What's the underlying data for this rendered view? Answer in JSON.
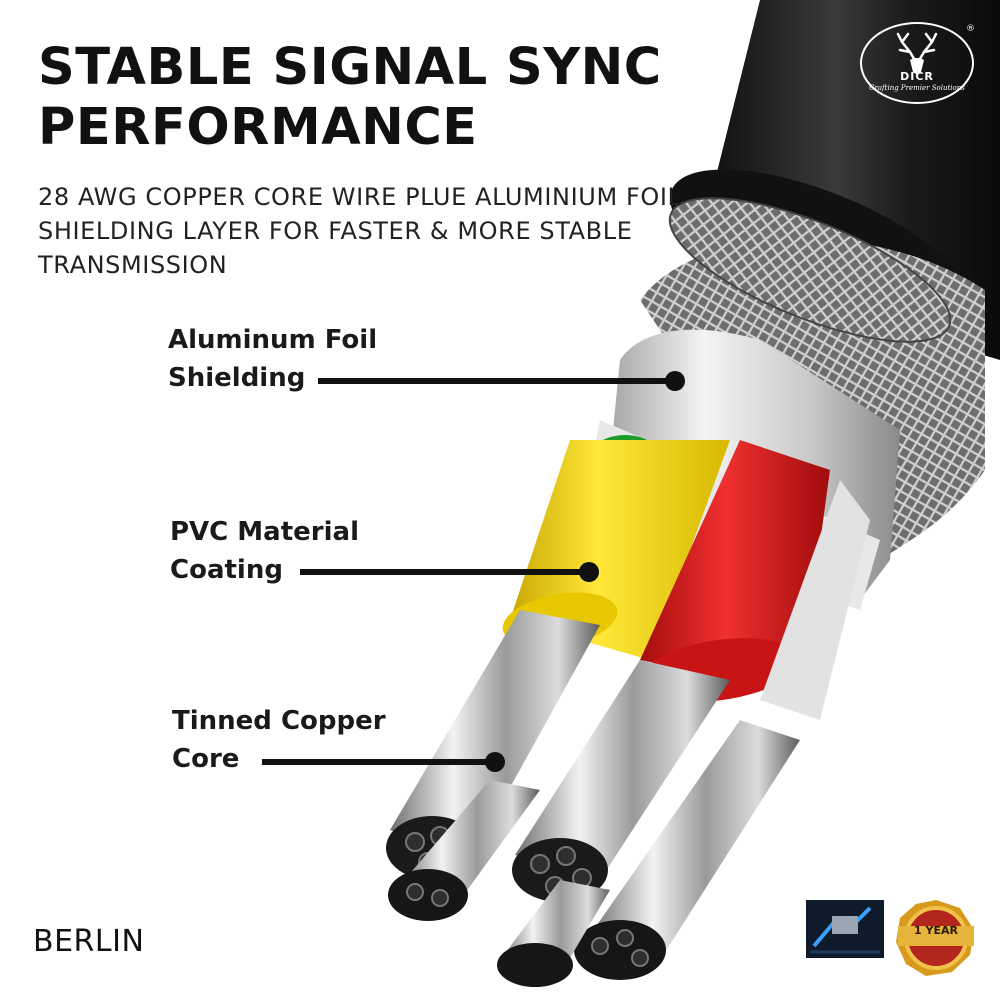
{
  "headline": {
    "line1": "STABLE SIGNAL SYNC",
    "line2": "PERFORMANCE"
  },
  "subhead": {
    "line1": "28 AWG COPPER CORE WIRE PLUE ALUMINIUM FOIL",
    "line2": "SHIELDING LAYER FOR FASTER & MORE STABLE",
    "line3": "TRANSMISSION"
  },
  "callouts": [
    {
      "line1": "Aluminum Foil",
      "line2": "Shielding"
    },
    {
      "line1": "PVC Material",
      "line2": "Coating"
    },
    {
      "line1": "Tinned Copper",
      "line2": "Core"
    }
  ],
  "logo": {
    "brand": "DICR",
    "tagline": "Crafting Premier Solutions",
    "registered": "®"
  },
  "badge": {
    "text": "1 YEAR"
  },
  "footer": {
    "brand": "BERLIN"
  },
  "colors": {
    "jacket": "#1b1b1b",
    "braid": "#8c8c8c",
    "foil": "#d9d9d9",
    "yellow_wire": "#f2d40a",
    "red_wire": "#d81818",
    "green_wire": "#1e9a2a",
    "copper_strands": "#b9b9b9",
    "badge_gold": "#d89a1c",
    "badge_red": "#b3261e"
  },
  "icons": [
    "deer-logo-icon",
    "warranty-badge-icon",
    "product-thumbnail-icon"
  ]
}
